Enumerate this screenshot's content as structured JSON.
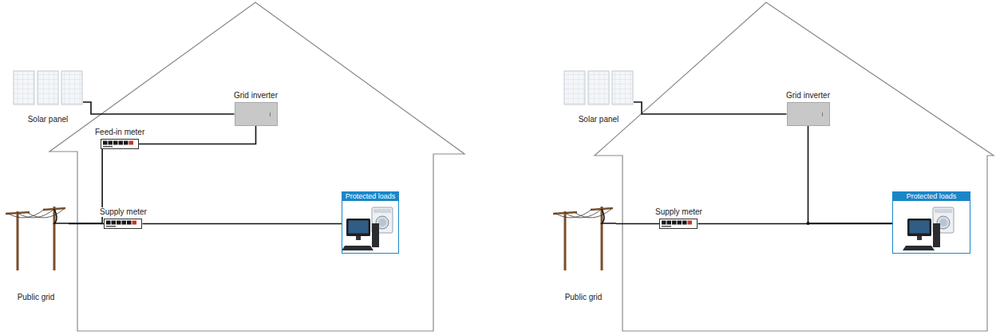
{
  "diagram": {
    "nodes": [
      {
        "text": [
          "Solar panel"
        ]
      },
      {
        "text": [
          "Grid inverter"
        ]
      },
      {
        "text": [
          "Feed-in meter"
        ]
      },
      {
        "text": [
          "Supply meter"
        ]
      },
      {
        "text": [
          "Protected loads"
        ]
      },
      {
        "text": [
          "Public grid"
        ]
      },
      {
        "text": [
          "Solar panel"
        ]
      },
      {
        "text": [
          "Grid inverter"
        ]
      },
      {
        "text": [
          "Supply meter"
        ]
      },
      {
        "text": [
          "Protected loads"
        ]
      },
      {
        "text": [
          "Public grid"
        ]
      }
    ],
    "edges": [
      {
        "from": 0,
        "to": 1,
        "arrow": "none"
      },
      {
        "from": 1,
        "to": 2,
        "arrow": "none"
      },
      {
        "from": 2,
        "to": 5,
        "arrow": "none"
      },
      {
        "from": 5,
        "to": 3,
        "arrow": "none"
      },
      {
        "from": 3,
        "to": 4,
        "arrow": "none"
      },
      {
        "from": 6,
        "to": 7,
        "arrow": "none"
      },
      {
        "from": 10,
        "to": 8,
        "arrow": "none"
      },
      {
        "from": 8,
        "to": 9,
        "arrow": "none"
      },
      {
        "from": 7,
        "to": 9,
        "arrow": "none"
      }
    ]
  }
}
